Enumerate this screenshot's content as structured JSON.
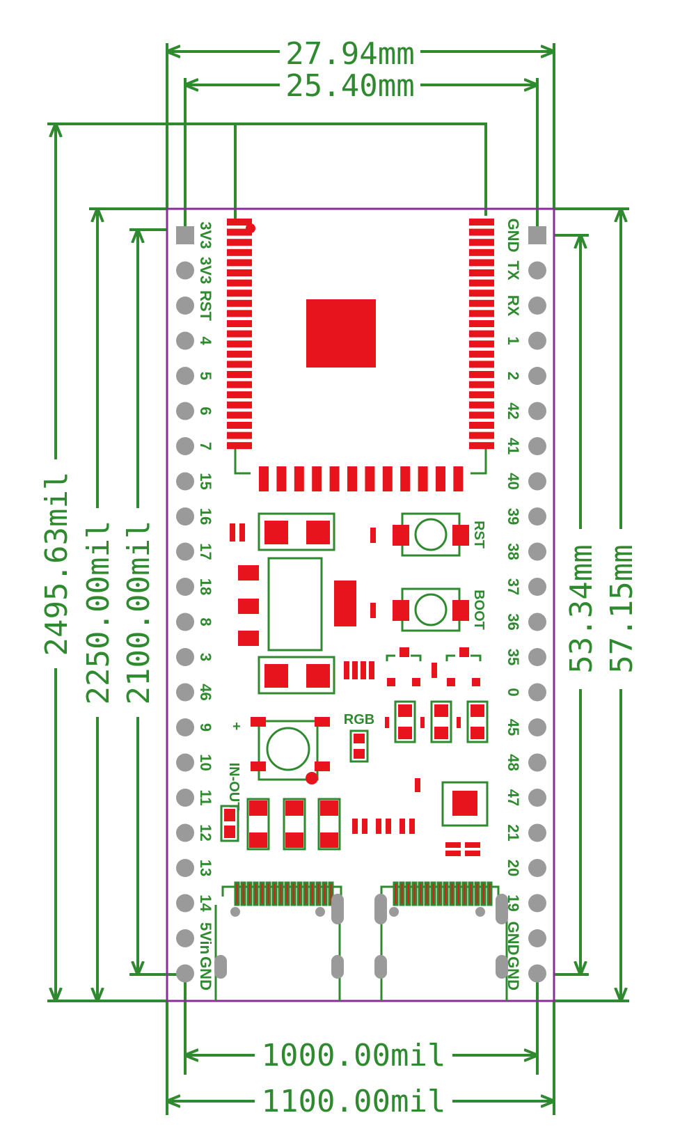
{
  "dimensions": {
    "top_outer": "27.94mm",
    "top_inner": "25.40mm",
    "bottom_inner": "1000.00mil",
    "bottom_outer": "1100.00mil",
    "left_outer": "2495.63mil",
    "left_mid": "2250.00mil",
    "left_inner": "2100.00mil",
    "right_inner": "53.34mm",
    "right_outer": "57.15mm"
  },
  "pins": {
    "left": [
      "3V3",
      "3V3",
      "RST",
      "4",
      "5",
      "6",
      "7",
      "15",
      "16",
      "17",
      "18",
      "8",
      "3",
      "46",
      "9",
      "10",
      "11",
      "12",
      "13",
      "14",
      "5Vin",
      "GND"
    ],
    "right": [
      "GND",
      "TX",
      "RX",
      "1",
      "2",
      "42",
      "41",
      "40",
      "39",
      "38",
      "37",
      "36",
      "35",
      "0",
      "45",
      "48",
      "47",
      "21",
      "20",
      "19",
      "GND",
      "GND"
    ]
  },
  "silkscreen": {
    "rst": "RST",
    "boot": "BOOT",
    "rgb": "RGB",
    "in_out": "IN-OUT",
    "plus": "+"
  },
  "colors": {
    "silk": "#2f8a2f",
    "board_outline": "#8a2c9a",
    "pad": "#e8141c",
    "pin": "#9a9a9a"
  }
}
